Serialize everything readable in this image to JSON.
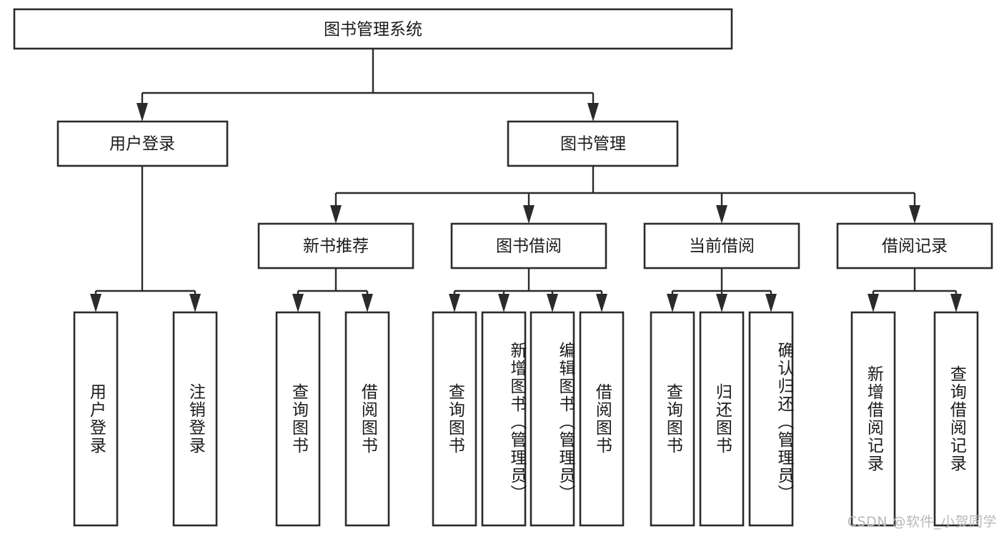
{
  "diagram": {
    "type": "tree",
    "title": "图书管理系统",
    "watermark": "CSDN @软件_小贺同学",
    "colors": {
      "box_stroke": "#2b2b2b",
      "box_fill": "#ffffff",
      "text": "#1a1a1a",
      "background": "#ffffff",
      "watermark": "#b9b9b9"
    },
    "levels": {
      "root": {
        "label": "图书管理系统"
      },
      "level2": [
        {
          "label": "用户登录"
        },
        {
          "label": "图书管理"
        }
      ],
      "level3": [
        {
          "label": "新书推荐"
        },
        {
          "label": "图书借阅"
        },
        {
          "label": "当前借阅"
        },
        {
          "label": "借阅记录"
        }
      ],
      "leaves": {
        "user_login": [
          {
            "label": "用户登录"
          },
          {
            "label": "注销登录"
          }
        ],
        "new_book_recommend": [
          {
            "label": "查询图书"
          },
          {
            "label": "借阅图书"
          }
        ],
        "book_borrow": [
          {
            "label": "查询图书"
          },
          {
            "label": "新增图书（管理员）"
          },
          {
            "label": "编辑图书（管理员）"
          },
          {
            "label": "借阅图书"
          }
        ],
        "current_borrow": [
          {
            "label": "查询图书"
          },
          {
            "label": "归还图书"
          },
          {
            "label": "确认归还（管理员）"
          }
        ],
        "borrow_record": [
          {
            "label": "新增借阅记录"
          },
          {
            "label": "查询借阅记录"
          }
        ]
      }
    }
  }
}
